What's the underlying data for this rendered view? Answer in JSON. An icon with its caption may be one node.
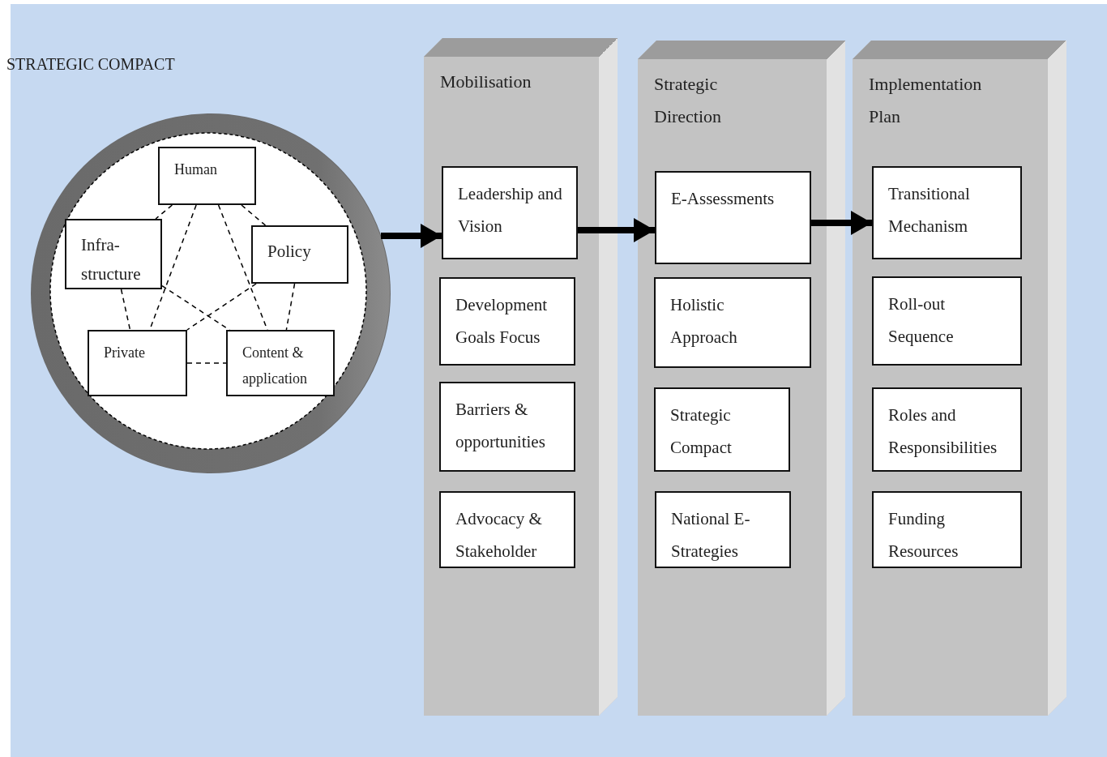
{
  "diagram": {
    "title": "STRATEGIC COMPACT",
    "nodes": [
      {
        "text": [],
        "shape": "circle"
      },
      {
        "text": [
          "Human"
        ],
        "in": 0
      },
      {
        "text": [
          "Infra- structure"
        ],
        "in": 0
      },
      {
        "text": [
          "Policy"
        ],
        "in": 0
      },
      {
        "text": [
          "Private"
        ],
        "in": 0
      },
      {
        "text": [
          "Content & application"
        ],
        "in": 0
      },
      {
        "text": [
          "Mobilisation"
        ]
      },
      {
        "text": [
          "Leadership and Vision"
        ],
        "in": 6
      },
      {
        "text": [
          "Development Goals Focus"
        ],
        "in": 6
      },
      {
        "text": [
          "Barriers & opportunities"
        ],
        "in": 6
      },
      {
        "text": [
          "Advocacy & Stakeholder"
        ],
        "in": 6
      },
      {
        "text": [
          "Strategic Direction"
        ]
      },
      {
        "text": [
          "E-Assessments"
        ],
        "in": 11
      },
      {
        "text": [
          "Holistic Approach"
        ],
        "in": 11
      },
      {
        "text": [
          "Strategic Compact"
        ],
        "in": 11
      },
      {
        "text": [
          "National E-Strategies"
        ],
        "in": 11
      },
      {
        "text": [
          "Implementation Plan"
        ]
      },
      {
        "text": [
          "Transitional Mechanism"
        ],
        "in": 16
      },
      {
        "text": [
          "Roll-out Sequence"
        ],
        "in": 16
      },
      {
        "text": [
          "Roles and Responsibilities"
        ],
        "in": 16
      },
      {
        "text": [
          "Funding Resources"
        ],
        "in": 16
      }
    ],
    "edges": [
      {
        "from": 0,
        "to": 7,
        "arrow": "to",
        "style": "thick"
      },
      {
        "from": 7,
        "to": 12,
        "arrow": "to",
        "style": "thick"
      },
      {
        "from": 12,
        "to": 17,
        "arrow": "to",
        "style": "thick"
      },
      {
        "from": 1,
        "to": 2,
        "arrow": "none",
        "style": "dashed"
      },
      {
        "from": 1,
        "to": 3,
        "arrow": "none",
        "style": "dashed"
      },
      {
        "from": 2,
        "to": 4,
        "arrow": "none",
        "style": "dashed"
      },
      {
        "from": 3,
        "to": 5,
        "arrow": "none",
        "style": "dashed"
      },
      {
        "from": 4,
        "to": 5,
        "arrow": "none",
        "style": "dashed"
      },
      {
        "from": 1,
        "to": 4,
        "arrow": "none",
        "style": "dashed"
      },
      {
        "from": 1,
        "to": 5,
        "arrow": "none",
        "style": "dashed"
      },
      {
        "from": 2,
        "to": 5,
        "arrow": "none",
        "style": "dashed"
      },
      {
        "from": 3,
        "to": 4,
        "arrow": "none",
        "style": "dashed"
      }
    ]
  }
}
